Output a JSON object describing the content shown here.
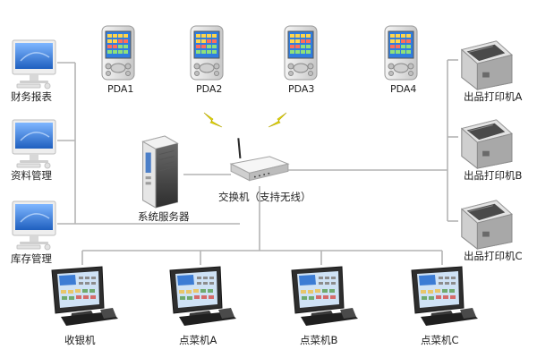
{
  "computers": [
    {
      "label": "财务报表"
    },
    {
      "label": "资料管理"
    },
    {
      "label": "库存管理"
    }
  ],
  "pdas": [
    {
      "label": "PDA1"
    },
    {
      "label": "PDA2"
    },
    {
      "label": "PDA3"
    },
    {
      "label": "PDA4"
    }
  ],
  "printers": [
    {
      "label": "出品打印机A"
    },
    {
      "label": "出品打印机B"
    },
    {
      "label": "出品打印机C"
    }
  ],
  "server": {
    "label": "系统服务器"
  },
  "switch": {
    "label": "交换机（支持无线）"
  },
  "terminals": [
    {
      "label": "收银机"
    },
    {
      "label": "点菜机A"
    },
    {
      "label": "点菜机B"
    },
    {
      "label": "点菜机C"
    }
  ],
  "colors": {
    "line": "#b4b4b4",
    "wireless": "#e8d800",
    "screen_blue": "#4a88d8",
    "device_gray": "#5a5a5a"
  }
}
